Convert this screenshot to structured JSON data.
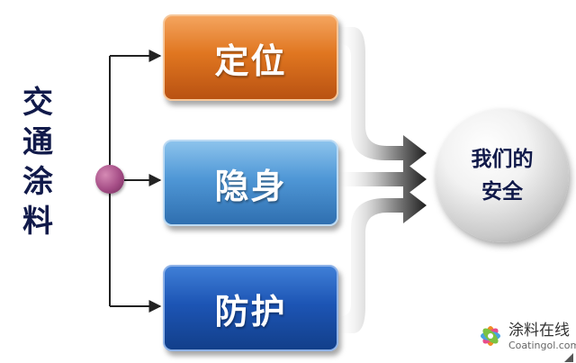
{
  "side_title": [
    "交",
    "通",
    "涂",
    "料"
  ],
  "boxes": [
    {
      "label": "定位",
      "color": "#e07620"
    },
    {
      "label": "隐身",
      "color": "#4f97d6"
    },
    {
      "label": "防护",
      "color": "#1d55b5"
    }
  ],
  "target": {
    "line1": "我们的",
    "line2": "安全"
  },
  "watermark": {
    "cn": "涂料在线",
    "en": "Coatingol.com"
  },
  "colors": {
    "title_text": "#111a4a",
    "connector": "#222222",
    "hub": "#a54d86"
  }
}
